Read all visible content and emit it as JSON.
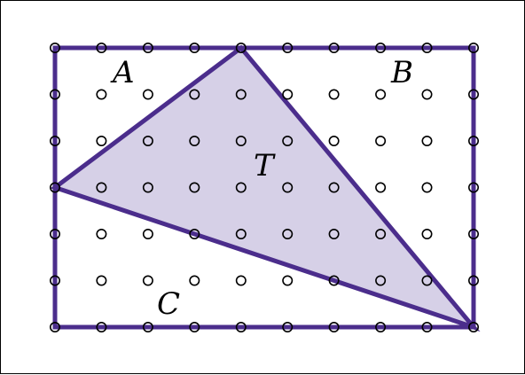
{
  "diagram": {
    "colors": {
      "outline": "#4b2d8c",
      "triangle_fill": "#d6d0e7",
      "dot_stroke": "#000000",
      "dot_fill": "#ffffff"
    },
    "grid": {
      "columns": 10,
      "rows": 7
    },
    "rectangle": {
      "corners": [
        [
          0,
          0
        ],
        [
          9,
          0
        ],
        [
          9,
          6
        ],
        [
          0,
          6
        ]
      ]
    },
    "triangle": {
      "vertices": [
        [
          4,
          0
        ],
        [
          0,
          3
        ],
        [
          9,
          6
        ]
      ]
    },
    "labels": {
      "A": "A",
      "B": "B",
      "C": "C",
      "T": "T"
    }
  }
}
